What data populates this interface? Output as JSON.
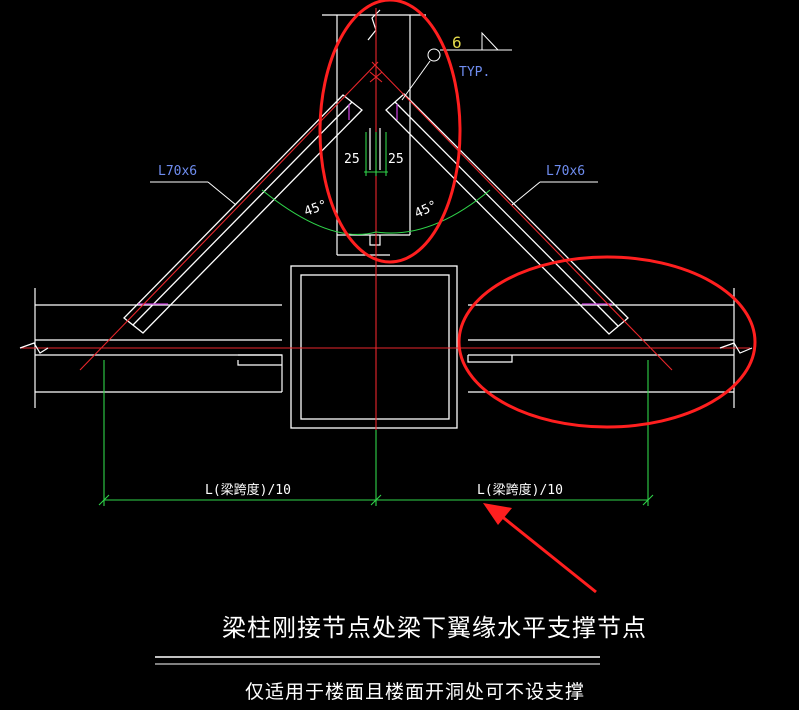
{
  "colors": {
    "background": "#000000",
    "outline": "#ffffff",
    "centerline": "#e8262b",
    "dimension": "#2fd44a",
    "label_blue": "#6f8df0",
    "weld_yellow": "#e2d84a",
    "magenta": "#c13fd4",
    "annotation_red": "#ff1f1f"
  },
  "drawing": {
    "angle_label_left": "L70x6",
    "angle_label_right": "L70x6",
    "angle_left": "45°",
    "angle_right": "45°",
    "dim_left_25": "25",
    "dim_right_25": "25",
    "weld_size": "6",
    "weld_note": "TYP.",
    "span_left": "L(梁跨度)/10",
    "span_right": "L(梁跨度)/10",
    "title": "梁柱刚接节点处梁下翼缘水平支撑节点",
    "subtitle": "仅适用于楼面且楼面开洞处可不设支撑"
  },
  "annotations": {
    "markers": [
      "ellipse-top",
      "ellipse-right",
      "arrow"
    ]
  }
}
